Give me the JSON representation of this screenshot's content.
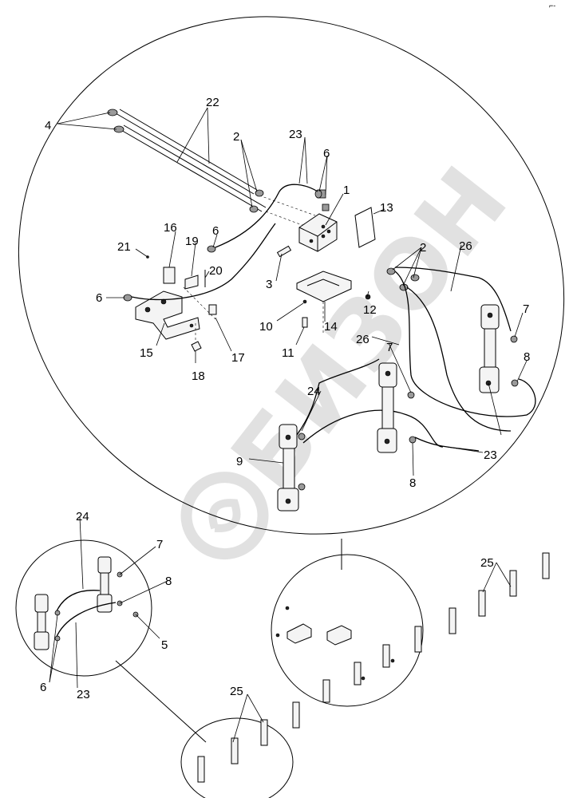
{
  "watermark": "БИЗОН",
  "corner_mark": "⌐-",
  "callouts": {
    "n1": "1",
    "n2a": "2",
    "n2b": "2",
    "n3": "3",
    "n4": "4",
    "n5": "5",
    "n6a": "6",
    "n6b": "6",
    "n6c": "6",
    "n6d": "6",
    "n7a": "7",
    "n7b": "7",
    "n7c": "7",
    "n8a": "8",
    "n8b": "8",
    "n8c": "8",
    "n9": "9",
    "n10": "10",
    "n11": "11",
    "n12": "12",
    "n13": "13",
    "n14": "14",
    "n15": "15",
    "n16": "16",
    "n17": "17",
    "n18": "18",
    "n19": "19",
    "n20": "20",
    "n21": "21",
    "n22": "22",
    "n23a": "23",
    "n23b": "23",
    "n23c": "23",
    "n24a": "24",
    "n24b": "24",
    "n25a": "25",
    "n25b": "25",
    "n26a": "26",
    "n26b": "26"
  }
}
